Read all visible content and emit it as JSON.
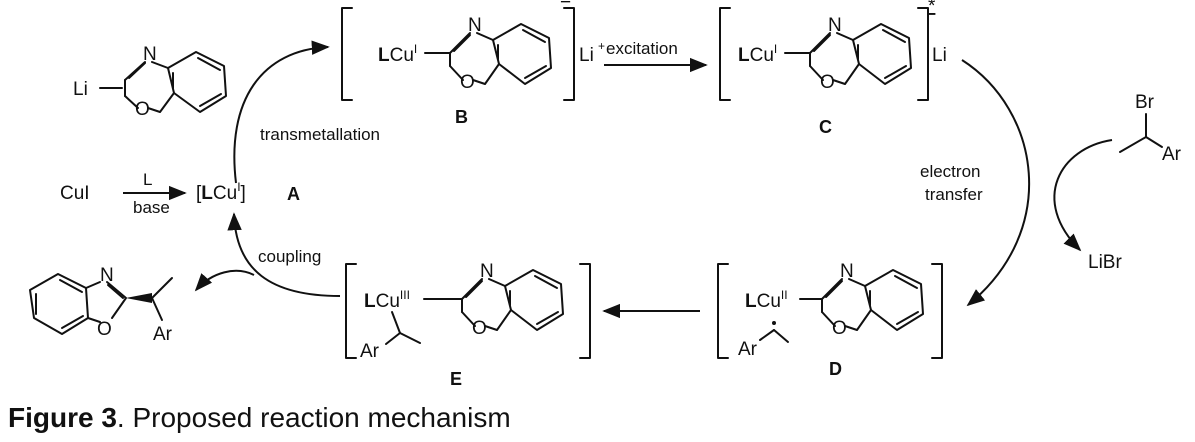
{
  "figure": {
    "caption_label": "Figure 3",
    "caption_text": ". Proposed reaction mechanism"
  },
  "scheme": {
    "start_reagent": "CuI",
    "start_arrow_top": "L",
    "start_arrow_bottom": "base",
    "complex_a_prefix": "[",
    "complex_a_L": "L",
    "complex_a_cu": "Cu",
    "complex_a_ox": "I",
    "complex_a_suffix": "]",
    "label_a": "A",
    "label_b": "B",
    "label_c": "C",
    "label_d": "D",
    "label_e": "E",
    "transmetallation": "transmetallation",
    "excitation": "excitation",
    "electron_transfer_1": "electron",
    "electron_transfer_2": "transfer",
    "coupling": "coupling",
    "lithium_reagent_li": "Li",
    "atom_n": "N",
    "atom_o": "O",
    "atom_li": "Li",
    "li_plus": "Li",
    "plus_sign": "+",
    "charge_minus": "−",
    "excited_star": "*",
    "ligand_L": "L",
    "copper": "Cu",
    "ox_I": "I",
    "ox_II": "II",
    "ox_III": "III",
    "bromide_br": "Br",
    "bromide_ar": "Ar",
    "libr": "LiBr",
    "product_ar": "Ar",
    "radical_ar": "Ar",
    "e_ar": "Ar"
  }
}
